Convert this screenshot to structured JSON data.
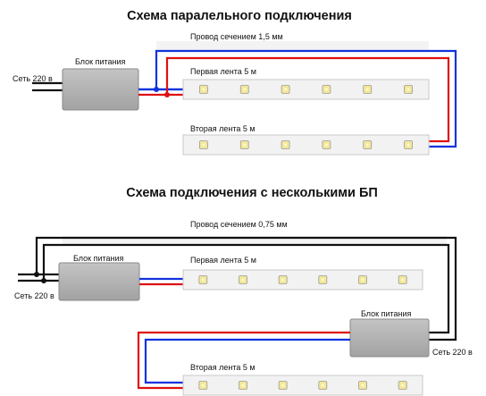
{
  "diagram1": {
    "title": "Схема паралельного подключения",
    "wire_label": "Провод сечением 1,5 мм",
    "psu_label": "Блок питания",
    "mains_label": "Сеть 220 в",
    "strip1_label": "Первая лента 5 м",
    "strip2_label": "Вторая лента 5 м"
  },
  "diagram2": {
    "title": "Схема подключения с несколькими БП",
    "wire_label": "Провод сечением 0,75 мм",
    "psu1_label": "Блок питания",
    "mains1_label": "Сеть 220 в",
    "strip1_label": "Первая лента 5 м",
    "psu2_label": "Блок питания",
    "mains2_label": "Сеть 220 в",
    "strip2_label": "Вторая лента 5 м"
  },
  "colors": {
    "positive_wire": "#dd1111",
    "negative_wire": "#1133dd",
    "mains_wire": "#111111",
    "psu_fill": "#b3b3b3",
    "strip_fill": "#f2f2f2",
    "led_color": "#f2e79a"
  }
}
